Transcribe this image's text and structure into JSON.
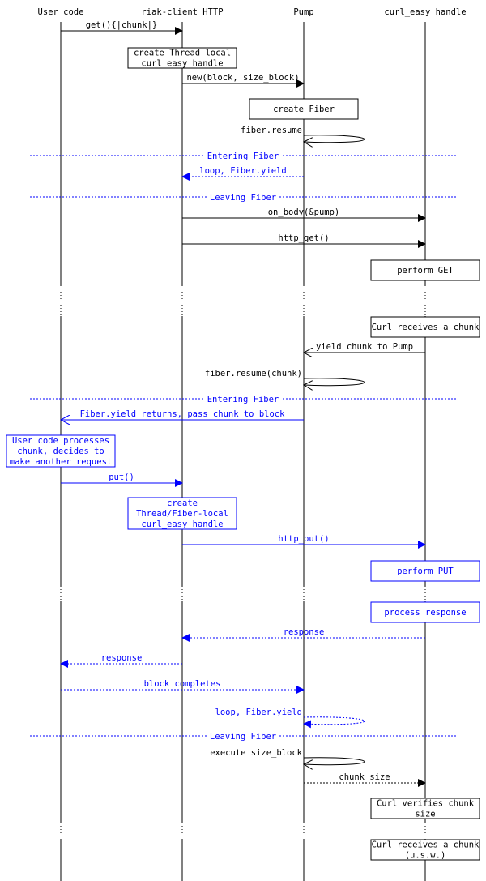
{
  "lanes": [
    "User code",
    "riak-client HTTP",
    "Pump",
    "curl_easy handle"
  ],
  "colors": {
    "black": "#000000",
    "blue": "#0000ff",
    "white": "#ffffff"
  },
  "messages": [
    {
      "id": "m1",
      "from": 0,
      "to": 1,
      "label": "get(){|chunk|}",
      "style": "solid",
      "color": "black"
    },
    {
      "id": "m2",
      "from": 1,
      "to": 2,
      "label": "new(block, size_block)",
      "style": "solid",
      "color": "black"
    },
    {
      "id": "m3",
      "from": 2,
      "to": 2,
      "label": "fiber.resume",
      "style": "self",
      "color": "black"
    },
    {
      "id": "m4",
      "from": 2,
      "to": 1,
      "label": "loop, Fiber.yield",
      "style": "dashed",
      "color": "blue"
    },
    {
      "id": "m5",
      "from": 1,
      "to": 3,
      "label": "on_body(&pump)",
      "style": "solid",
      "color": "black"
    },
    {
      "id": "m6",
      "from": 1,
      "to": 3,
      "label": "http_get()",
      "style": "solid",
      "color": "black"
    },
    {
      "id": "m7",
      "from": 3,
      "to": 2,
      "label": "yield chunk to Pump",
      "style": "open",
      "color": "black"
    },
    {
      "id": "m8",
      "from": 2,
      "to": 2,
      "label": "fiber.resume(chunk)",
      "style": "self",
      "color": "black"
    },
    {
      "id": "m9",
      "from": 2,
      "to": 0,
      "label": "Fiber.yield returns, pass chunk to block",
      "style": "open",
      "color": "blue"
    },
    {
      "id": "m10",
      "from": 0,
      "to": 1,
      "label": "put()",
      "style": "solid",
      "color": "blue"
    },
    {
      "id": "m11",
      "from": 1,
      "to": 3,
      "label": "http_put()",
      "style": "solid",
      "color": "blue"
    },
    {
      "id": "m12",
      "from": 3,
      "to": 1,
      "label": "response",
      "style": "dashed",
      "color": "blue"
    },
    {
      "id": "m13",
      "from": 1,
      "to": 0,
      "label": "response",
      "style": "dashed",
      "color": "blue"
    },
    {
      "id": "m14",
      "from": 0,
      "to": 2,
      "label": "block completes",
      "style": "dashed",
      "color": "blue"
    },
    {
      "id": "m15",
      "from": 2,
      "to": 2,
      "label": "loop, Fiber.yield",
      "style": "selfdashed",
      "color": "blue"
    },
    {
      "id": "m16",
      "from": 2,
      "to": 2,
      "label": "execute size_block",
      "style": "self",
      "color": "black"
    },
    {
      "id": "m17",
      "from": 2,
      "to": 3,
      "label": "chunk size",
      "style": "dashed",
      "color": "black"
    }
  ],
  "notes": [
    {
      "id": "n1",
      "lane": 1,
      "lines": [
        "create Thread-local",
        "curl_easy handle"
      ],
      "color": "black"
    },
    {
      "id": "n2",
      "lane": 2,
      "lines": [
        "create Fiber"
      ],
      "color": "black"
    },
    {
      "id": "n3",
      "lane": 3,
      "lines": [
        "perform GET"
      ],
      "color": "black"
    },
    {
      "id": "n4",
      "lane": 3,
      "lines": [
        "Curl receives a chunk"
      ],
      "color": "black"
    },
    {
      "id": "n5",
      "lane": 0,
      "lines": [
        "User code processes",
        "chunk, decides to",
        "make another request"
      ],
      "color": "blue"
    },
    {
      "id": "n6",
      "lane": 1,
      "lines": [
        "create",
        "Thread/Fiber-local",
        "curl_easy handle"
      ],
      "color": "blue"
    },
    {
      "id": "n7",
      "lane": 3,
      "lines": [
        "perform PUT"
      ],
      "color": "blue"
    },
    {
      "id": "n8",
      "lane": 3,
      "lines": [
        "process response"
      ],
      "color": "blue"
    },
    {
      "id": "n9",
      "lane": 3,
      "lines": [
        "Curl verifies chunk",
        "size"
      ],
      "color": "black"
    },
    {
      "id": "n10",
      "lane": 3,
      "lines": [
        "Curl receives a chunk",
        "(u.s.w.)"
      ],
      "color": "black"
    }
  ],
  "dividers": [
    {
      "id": "d1",
      "label": "Entering Fiber"
    },
    {
      "id": "d2",
      "label": "Leaving Fiber"
    },
    {
      "id": "d3",
      "label": "Entering Fiber"
    },
    {
      "id": "d4",
      "label": "Leaving Fiber"
    }
  ]
}
